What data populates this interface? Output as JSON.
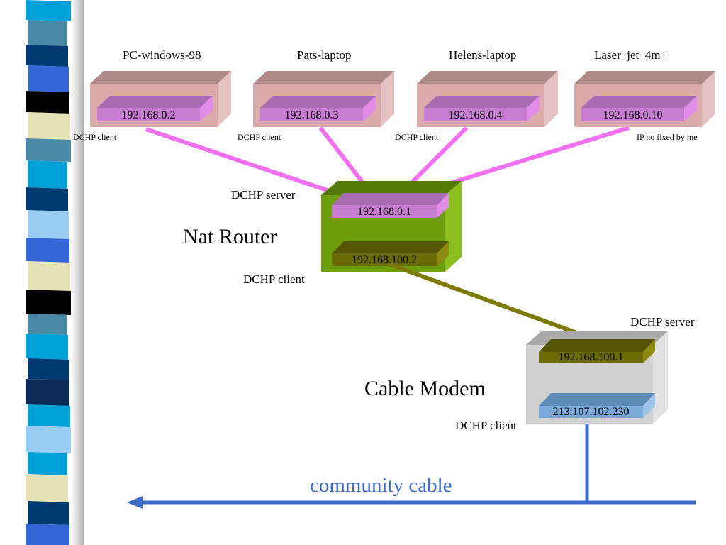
{
  "colors": {
    "pc_box": "#dbabab",
    "card_pink": "#c77ed0",
    "router_green": "#6f9e0c",
    "card_olive": "#6b6b06",
    "modem_gray": "#d0d0d0",
    "card_blue": "#7aa8d8",
    "link_pink": "#f070ef",
    "link_olive": "#7e7a08",
    "cable_blue": "#3a6bc9"
  },
  "devices": [
    {
      "name": "PC-windows-98",
      "ip": "192.168.0.2",
      "role": "DCHP client"
    },
    {
      "name": "Pats-laptop",
      "ip": "192.168.0.3",
      "role": "DCHP client"
    },
    {
      "name": "Helens-laptop",
      "ip": "192.168.0.4",
      "role": "DCHP client"
    },
    {
      "name": "Laser_jet_4m+",
      "ip": "192.168.0.10",
      "role": "IP no fixed by me"
    }
  ],
  "router": {
    "title": "Nat Router",
    "lan_ip": "192.168.0.1",
    "lan_role": "DCHP server",
    "wan_ip": "192.168.100.2",
    "wan_role": "DCHP client"
  },
  "modem": {
    "title": "Cable Modem",
    "lan_ip": "192.168.100.1",
    "lan_role": "DCHP server",
    "wan_ip": "213.107.102.230",
    "wan_role": "DCHP client"
  },
  "cable": {
    "label": "community cable"
  }
}
